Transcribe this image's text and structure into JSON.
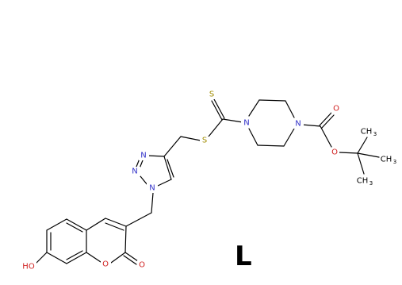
{
  "compound": {
    "label": "L",
    "atoms": {
      "s_thione": "S",
      "s_thioether": "S",
      "n_pip1": "N",
      "n_pip2": "N",
      "o_carbonyl": "O",
      "o_ester": "O",
      "ch3_top": "CH",
      "ch3_top_sub": "3",
      "ch3_right": "CH",
      "ch3_right_sub": "3",
      "ch3_bottom": "CH",
      "ch3_bottom_sub": "3",
      "n_triazole_a": "N",
      "n_triazole_b": "N",
      "n_triazole_c": "N",
      "hydroxyl": "HO",
      "o_ring": "O",
      "o_lactone": "O"
    }
  },
  "colors": {
    "bond": "#000000",
    "nitrogen": "#3030c8",
    "oxygen": "#d02020",
    "sulfur": "#a08c00",
    "carbon": "#000000"
  }
}
